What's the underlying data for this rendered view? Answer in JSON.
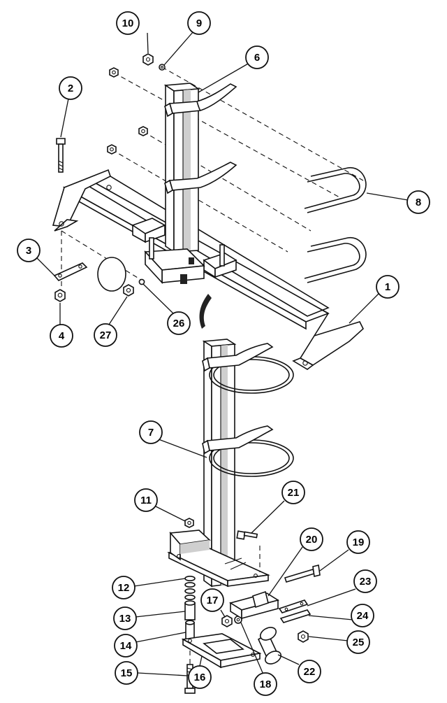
{
  "callouts": [
    {
      "id": "1",
      "label": "1"
    },
    {
      "id": "2",
      "label": "2"
    },
    {
      "id": "3",
      "label": "3"
    },
    {
      "id": "4",
      "label": "4"
    },
    {
      "id": "6",
      "label": "6"
    },
    {
      "id": "7",
      "label": "7"
    },
    {
      "id": "8",
      "label": "8"
    },
    {
      "id": "9",
      "label": "9"
    },
    {
      "id": "10",
      "label": "10"
    },
    {
      "id": "11",
      "label": "11"
    },
    {
      "id": "12",
      "label": "12"
    },
    {
      "id": "13",
      "label": "13"
    },
    {
      "id": "14",
      "label": "14"
    },
    {
      "id": "15",
      "label": "15"
    },
    {
      "id": "16",
      "label": "16"
    },
    {
      "id": "17",
      "label": "17"
    },
    {
      "id": "18",
      "label": "18"
    },
    {
      "id": "19",
      "label": "19"
    },
    {
      "id": "20",
      "label": "20"
    },
    {
      "id": "21",
      "label": "21"
    },
    {
      "id": "22",
      "label": "22"
    },
    {
      "id": "23",
      "label": "23"
    },
    {
      "id": "24",
      "label": "24"
    },
    {
      "id": "25",
      "label": "25"
    },
    {
      "id": "26",
      "label": "26"
    },
    {
      "id": "27",
      "label": "27"
    }
  ]
}
